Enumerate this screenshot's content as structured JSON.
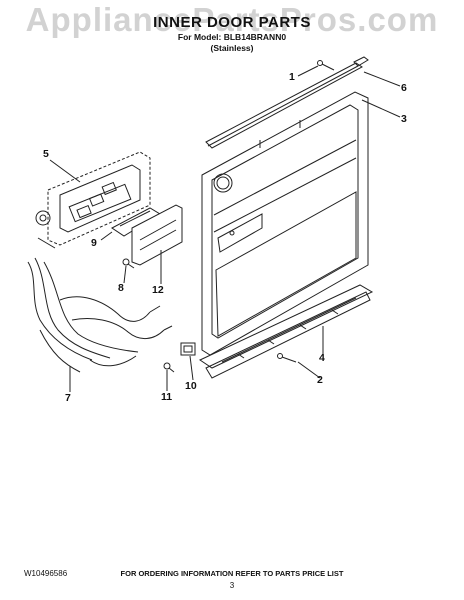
{
  "header": {
    "watermark": "AppliancePartsPros.com",
    "title": "INNER DOOR PARTS",
    "model_line": "For Model: BLB14BRANN0",
    "finish": "(Stainless)"
  },
  "callouts": [
    "1",
    "6",
    "3",
    "5",
    "4",
    "2",
    "9",
    "8",
    "12",
    "7",
    "10",
    "11"
  ],
  "footer": {
    "doc_number": "W10496586",
    "ordering_note": "FOR ORDERING INFORMATION REFER TO PARTS PRICE LIST",
    "page_number": "3"
  }
}
